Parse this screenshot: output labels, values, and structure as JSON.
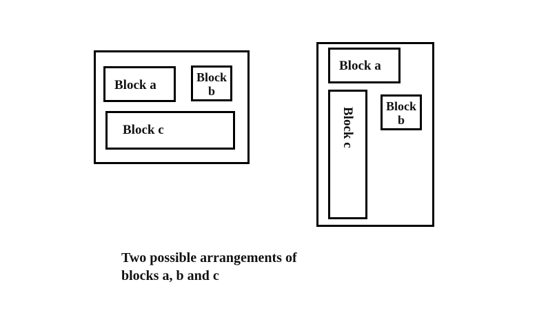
{
  "diagram": {
    "arrangements": [
      {
        "name": "arrangement-1",
        "orientation": "landscape",
        "blocks": [
          {
            "id": "a",
            "label": "Block a"
          },
          {
            "id": "b",
            "label_line1": "Block",
            "label_line2": "b"
          },
          {
            "id": "c",
            "label": "Block c"
          }
        ]
      },
      {
        "name": "arrangement-2",
        "orientation": "portrait",
        "blocks": [
          {
            "id": "a",
            "label": "Block a"
          },
          {
            "id": "b",
            "label_line1": "Block",
            "label_line2": "b"
          },
          {
            "id": "c",
            "label": "Block c",
            "text_rotation": "vertical"
          }
        ]
      }
    ],
    "caption": {
      "line1": "Two possible arrangements of",
      "line2": "blocks a, b and c"
    }
  }
}
